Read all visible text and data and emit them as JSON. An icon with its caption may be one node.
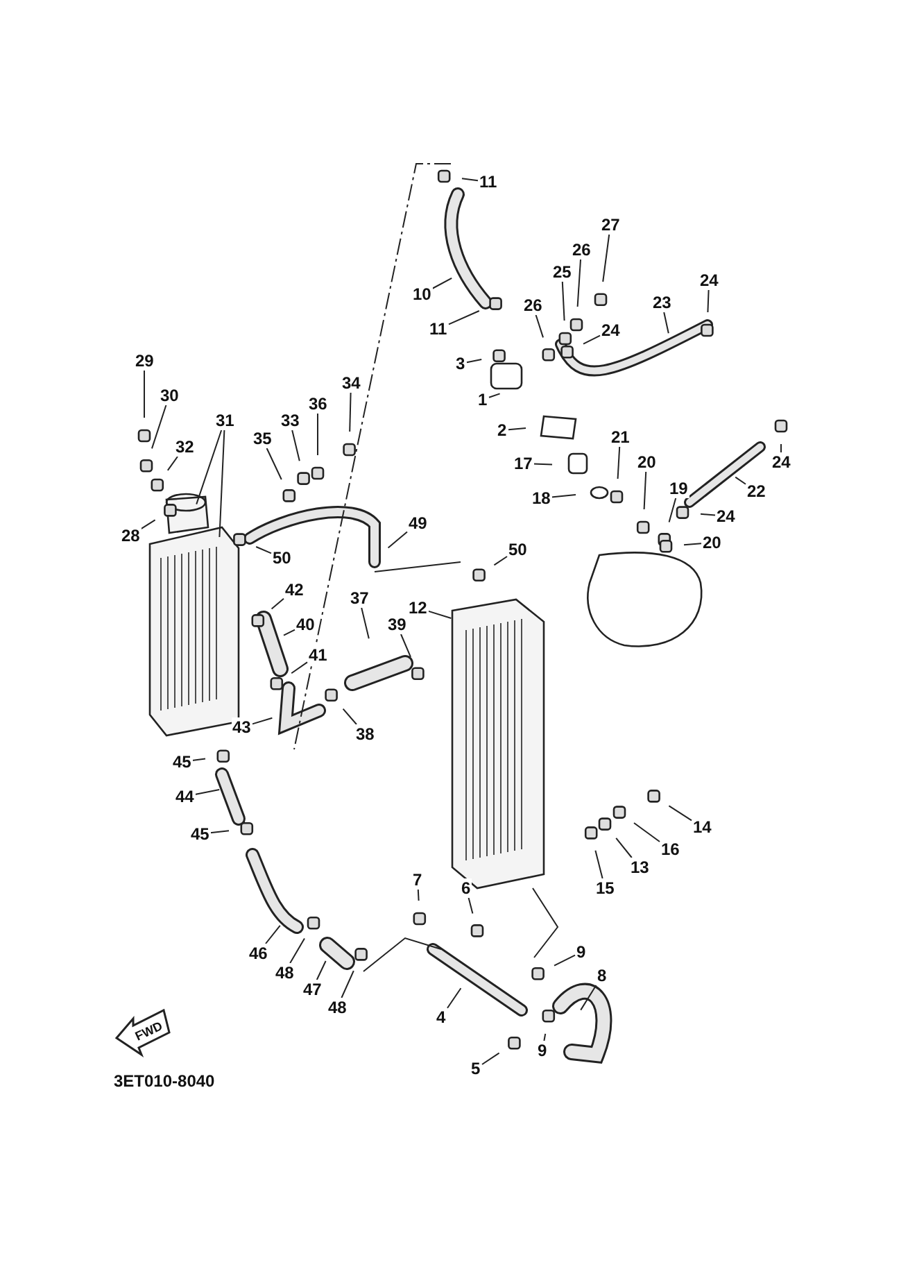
{
  "diagram": {
    "nodes": [
      {
        "text": [
          "11"
        ]
      },
      {
        "text": [
          "10"
        ]
      },
      {
        "text": [
          "11"
        ]
      },
      {
        "text": [
          "27"
        ]
      },
      {
        "text": [
          "26"
        ]
      },
      {
        "text": [
          "25"
        ]
      },
      {
        "text": [
          "26"
        ]
      },
      {
        "text": [
          "24"
        ]
      },
      {
        "text": [
          "23"
        ]
      },
      {
        "text": [
          "24"
        ]
      },
      {
        "text": [
          "3"
        ]
      },
      {
        "text": [
          "1"
        ]
      },
      {
        "text": [
          "2"
        ]
      },
      {
        "text": [
          "17"
        ]
      },
      {
        "text": [
          "18"
        ]
      },
      {
        "text": [
          "21"
        ]
      },
      {
        "text": [
          "20"
        ]
      },
      {
        "text": [
          "19"
        ]
      },
      {
        "text": [
          "22"
        ]
      },
      {
        "text": [
          "24"
        ]
      },
      {
        "text": [
          "20"
        ]
      },
      {
        "text": [
          "24"
        ]
      },
      {
        "text": [
          "29"
        ]
      },
      {
        "text": [
          "30"
        ]
      },
      {
        "text": [
          "31"
        ]
      },
      {
        "text": [
          "32"
        ]
      },
      {
        "text": [
          "35"
        ]
      },
      {
        "text": [
          "33"
        ]
      },
      {
        "text": [
          "36"
        ]
      },
      {
        "text": [
          "34"
        ]
      },
      {
        "text": [
          "28"
        ]
      },
      {
        "text": [
          "50"
        ]
      },
      {
        "text": [
          "49"
        ]
      },
      {
        "text": [
          "42"
        ]
      },
      {
        "text": [
          "40"
        ]
      },
      {
        "text": [
          "41"
        ]
      },
      {
        "text": [
          "37"
        ]
      },
      {
        "text": [
          "39"
        ]
      },
      {
        "text": [
          "50"
        ]
      },
      {
        "text": [
          "12"
        ]
      },
      {
        "text": [
          "43"
        ]
      },
      {
        "text": [
          "38"
        ]
      },
      {
        "text": [
          "45"
        ]
      },
      {
        "text": [
          "44"
        ]
      },
      {
        "text": [
          "45"
        ]
      },
      {
        "text": [
          "46"
        ]
      },
      {
        "text": [
          "48"
        ]
      },
      {
        "text": [
          "47"
        ]
      },
      {
        "text": [
          "48"
        ]
      },
      {
        "text": [
          "7"
        ]
      },
      {
        "text": [
          "6"
        ]
      },
      {
        "text": [
          "4"
        ]
      },
      {
        "text": [
          "5"
        ]
      },
      {
        "text": [
          "9"
        ]
      },
      {
        "text": [
          "9"
        ]
      },
      {
        "text": [
          "8"
        ]
      },
      {
        "text": [
          "15"
        ]
      },
      {
        "text": [
          "13"
        ]
      },
      {
        "text": [
          "16"
        ]
      },
      {
        "text": [
          "14"
        ]
      }
    ],
    "edges": [
      {
        "from": 0,
        "to": null,
        "arrow": "none"
      },
      {
        "from": 1,
        "to": null,
        "arrow": "none"
      },
      {
        "from": 2,
        "to": null,
        "arrow": "none"
      },
      {
        "from": 3,
        "to": null,
        "arrow": "none"
      },
      {
        "from": 4,
        "to": null,
        "arrow": "none"
      },
      {
        "from": 5,
        "to": null,
        "arrow": "none"
      },
      {
        "from": 6,
        "to": null,
        "arrow": "none"
      },
      {
        "from": 7,
        "to": null,
        "arrow": "none"
      },
      {
        "from": 8,
        "to": null,
        "arrow": "none"
      },
      {
        "from": 9,
        "to": null,
        "arrow": "none"
      },
      {
        "from": 10,
        "to": null,
        "arrow": "none"
      },
      {
        "from": 11,
        "to": null,
        "arrow": "none"
      },
      {
        "from": 12,
        "to": null,
        "arrow": "none"
      },
      {
        "from": 13,
        "to": null,
        "arrow": "none"
      },
      {
        "from": 14,
        "to": null,
        "arrow": "none"
      },
      {
        "from": 15,
        "to": null,
        "arrow": "none"
      },
      {
        "from": 16,
        "to": null,
        "arrow": "none"
      },
      {
        "from": 17,
        "to": null,
        "arrow": "none"
      },
      {
        "from": 18,
        "to": null,
        "arrow": "none"
      },
      {
        "from": 19,
        "to": null,
        "arrow": "none"
      },
      {
        "from": 20,
        "to": null,
        "arrow": "none"
      },
      {
        "from": 21,
        "to": null,
        "arrow": "none"
      },
      {
        "from": 22,
        "to": null,
        "arrow": "none"
      },
      {
        "from": 23,
        "to": null,
        "arrow": "none"
      },
      {
        "from": 24,
        "to": null,
        "arrow": "none"
      },
      {
        "from": 24,
        "to": null,
        "arrow": "none"
      },
      {
        "from": 25,
        "to": null,
        "arrow": "none"
      },
      {
        "from": 26,
        "to": null,
        "arrow": "none"
      },
      {
        "from": 27,
        "to": null,
        "arrow": "none"
      },
      {
        "from": 28,
        "to": null,
        "arrow": "none"
      },
      {
        "from": 29,
        "to": null,
        "arrow": "none"
      },
      {
        "from": 30,
        "to": null,
        "arrow": "none"
      },
      {
        "from": 31,
        "to": null,
        "arrow": "none"
      },
      {
        "from": 32,
        "to": null,
        "arrow": "none"
      },
      {
        "from": 33,
        "to": null,
        "arrow": "none"
      },
      {
        "from": 34,
        "to": null,
        "arrow": "none"
      },
      {
        "from": 35,
        "to": null,
        "arrow": "none"
      },
      {
        "from": 36,
        "to": null,
        "arrow": "none"
      },
      {
        "from": 37,
        "to": null,
        "arrow": "none"
      },
      {
        "from": 38,
        "to": null,
        "arrow": "none"
      },
      {
        "from": 39,
        "to": null,
        "arrow": "none"
      },
      {
        "from": 40,
        "to": null,
        "arrow": "none"
      },
      {
        "from": 41,
        "to": null,
        "arrow": "none"
      },
      {
        "from": 42,
        "to": null,
        "arrow": "none"
      },
      {
        "from": 43,
        "to": null,
        "arrow": "none"
      },
      {
        "from": 44,
        "to": null,
        "arrow": "none"
      },
      {
        "from": 45,
        "to": null,
        "arrow": "none"
      },
      {
        "from": 46,
        "to": null,
        "arrow": "none"
      },
      {
        "from": 47,
        "to": null,
        "arrow": "none"
      },
      {
        "from": 48,
        "to": null,
        "arrow": "none"
      },
      {
        "from": 49,
        "to": null,
        "arrow": "none"
      },
      {
        "from": 50,
        "to": null,
        "arrow": "none"
      },
      {
        "from": 51,
        "to": null,
        "arrow": "none"
      },
      {
        "from": 52,
        "to": null,
        "arrow": "none"
      },
      {
        "from": 53,
        "to": null,
        "arrow": "none"
      },
      {
        "from": 54,
        "to": null,
        "arrow": "none"
      },
      {
        "from": 55,
        "to": null,
        "arrow": "none"
      },
      {
        "from": 56,
        "to": null,
        "arrow": "none"
      },
      {
        "from": 57,
        "to": null,
        "arrow": "none"
      },
      {
        "from": 58,
        "to": null,
        "arrow": "none"
      },
      {
        "from": 59,
        "to": null,
        "arrow": "none"
      }
    ],
    "labels": [
      "FWD",
      "3ET010-8040"
    ]
  }
}
